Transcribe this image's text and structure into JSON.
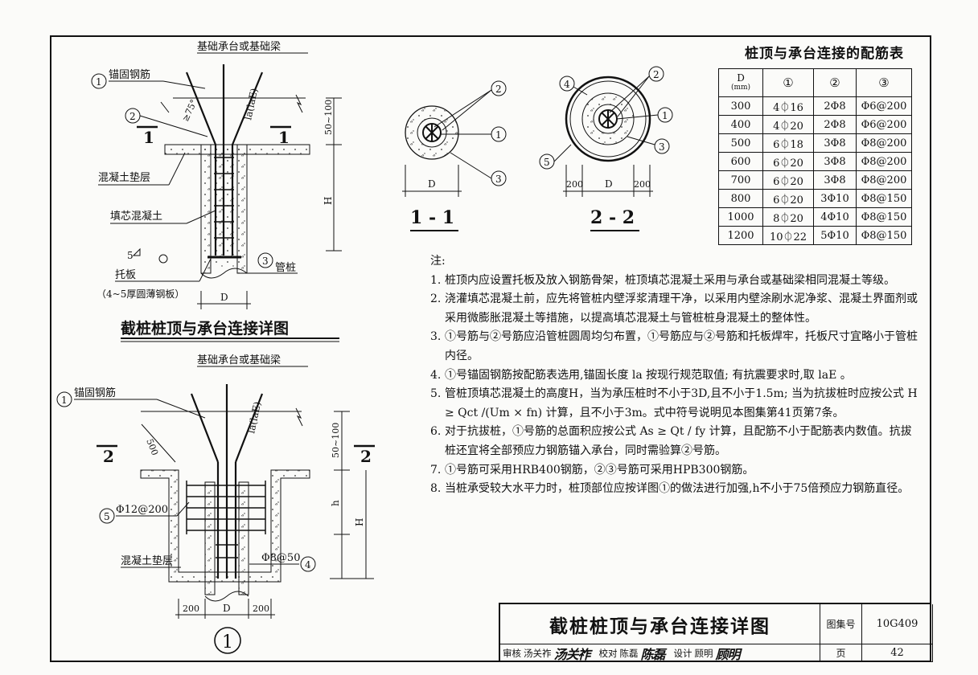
{
  "detail1": {
    "cap_label": "基础承台或基础梁",
    "anchor_label": "锚固钢筋",
    "angle": "≥75°",
    "anchor_length": "la(laE)",
    "dim_top": "50~100",
    "dim_H": "H",
    "cushion": "混凝土垫层",
    "fill": "填芯混凝土",
    "plate": "托板",
    "plate_note": "（4~5厚圆薄钢板）",
    "pile": "管桩",
    "dim_D": "D",
    "weld_mark": "5",
    "section_mark": "1",
    "title": "截桩桩顶与承台连接详图"
  },
  "detail2": {
    "cap_label": "基础承台或基础梁",
    "anchor_label": "锚固钢筋",
    "dim_500": "500",
    "anchor_length": "la(laE)",
    "dim_top": "50~100",
    "dim_h": "h",
    "dim_H": "H",
    "stirrup": "Φ12@200",
    "cushion": "混凝土垫层",
    "spiral": "Φ8@50",
    "dim_200": "200",
    "dim_D": "D",
    "section_mark": "2",
    "detail_no": "1"
  },
  "section11": {
    "label": "1 - 1",
    "dim_D": "D"
  },
  "section22": {
    "label": "2 - 2",
    "dim_200": "200",
    "dim_D": "D"
  },
  "callouts": {
    "c1": "①",
    "c2": "②",
    "c3": "③",
    "c4": "④",
    "c5": "⑤"
  },
  "table": {
    "title": "桩顶与承台连接的配筋表",
    "header_d": "D",
    "header_unit": "(mm)",
    "header_c1": "①",
    "header_c2": "②",
    "header_c3": "③",
    "rows": [
      [
        "300",
        "4⏀16",
        "2Φ8",
        "Φ6@200"
      ],
      [
        "400",
        "4⏀20",
        "2Φ8",
        "Φ6@200"
      ],
      [
        "500",
        "6⏀18",
        "3Φ8",
        "Φ8@200"
      ],
      [
        "600",
        "6⏀20",
        "3Φ8",
        "Φ8@200"
      ],
      [
        "700",
        "6⏀20",
        "3Φ8",
        "Φ8@200"
      ],
      [
        "800",
        "6⏀20",
        "3Φ10",
        "Φ8@150"
      ],
      [
        "1000",
        "8⏀20",
        "4Φ10",
        "Φ8@150"
      ],
      [
        "1200",
        "10⏀22",
        "5Φ10",
        "Φ8@150"
      ]
    ]
  },
  "notes": {
    "head": "注:",
    "items": [
      [
        "1.",
        "桩顶内应设置托板及放入钢筋骨架，桩顶填芯混凝土采用与承台或基础梁相同混凝土等级。"
      ],
      [
        "2.",
        "浇灌填芯混凝土前，应先将管桩内壁浮浆清理干净，以采用内壁涂刷水泥净浆、混凝土界面剂或采用微膨胀混凝土等措施，以提高填芯混凝土与管桩桩身混凝土的整体性。"
      ],
      [
        "3.",
        "①号筋与②号筋应沿管桩圆周均匀布置，①号筋应与②号筋和托板焊牢，托板尺寸宜略小于管桩内径。"
      ],
      [
        "4.",
        "①号锚固钢筋按配筋表选用,锚固长度 la 按现行规范取值; 有抗震要求时,取 laE 。"
      ],
      [
        "5.",
        "管桩顶填芯混凝土的高度H，当为承压桩时不小于3D,且不小于1.5m; 当为抗拔桩时应按公式 H ≥ Qct /(Um × fn) 计算，且不小于3m。式中符号说明见本图集第41页第7条。"
      ],
      [
        "6.",
        "对于抗拔桩，①号筋的总面积应按公式 As ≥ Qt / fy 计算，且配筋不小于配筋表内数值。抗拔桩还宜将全部预应力钢筋锚入承台，同时需验算②号筋。"
      ],
      [
        "7.",
        "①号筋可采用HRB400钢筋，②③号筋可采用HPB300钢筋。"
      ],
      [
        "8.",
        "当桩承受较大水平力时，桩顶部位应按详图①的做法进行加强,h不小于75倍预应力钢筋直径。"
      ]
    ]
  },
  "titleblock": {
    "title": "截桩桩顶与承台连接详图",
    "atlas_label": "图集号",
    "atlas_no": "10G409",
    "page_label": "页",
    "page_no": "42",
    "review_label": "审核",
    "reviewer": "汤关祚",
    "check_label": "校对",
    "checker": "陈磊",
    "design_label": "设计",
    "designer": "顾明"
  }
}
